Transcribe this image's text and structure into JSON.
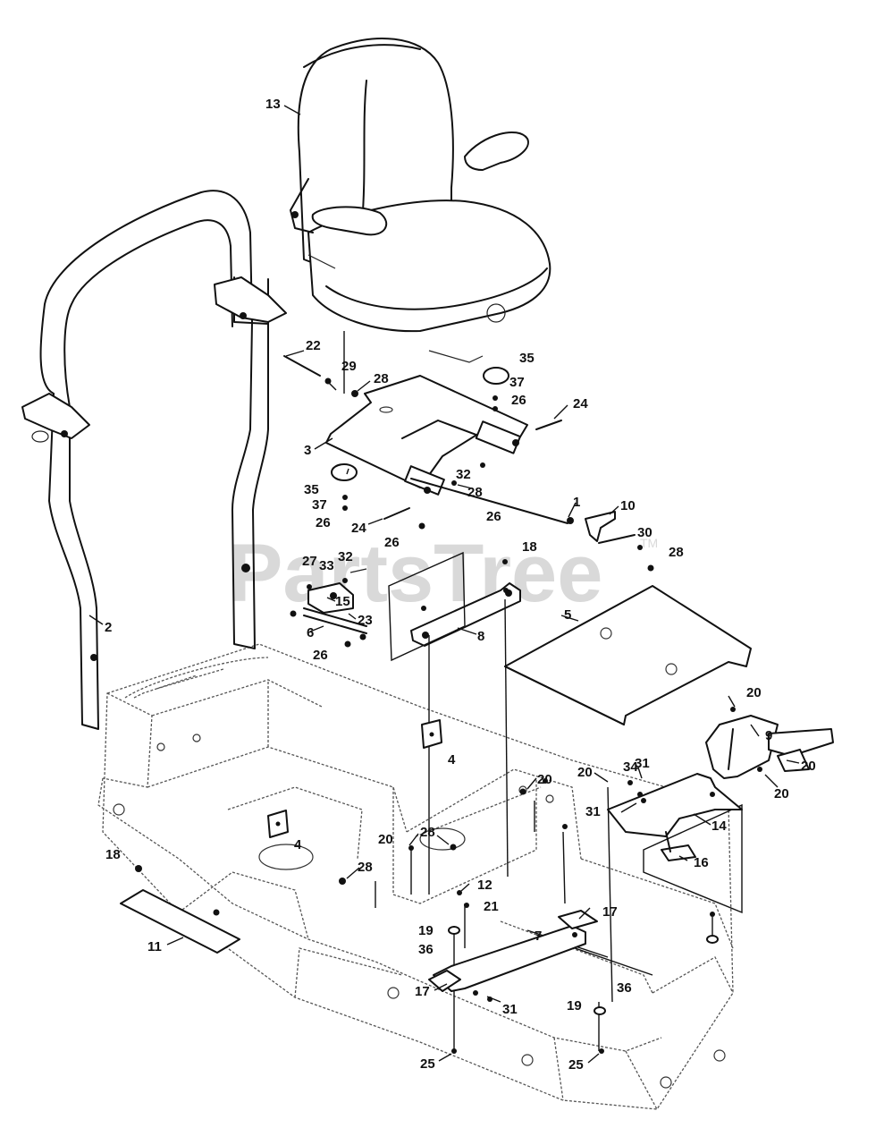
{
  "watermark": {
    "text": "PartsTree",
    "trademark": "TM"
  },
  "callouts": {
    "c1": "1",
    "c2": "2",
    "c3": "3",
    "c4a": "4",
    "c4b": "4",
    "c5": "5",
    "c6": "6",
    "c7": "7",
    "c8": "8",
    "c9": "9",
    "c10": "10",
    "c11": "11",
    "c12": "12",
    "c13": "13",
    "c14": "14",
    "c15": "15",
    "c16": "16",
    "c17a": "17",
    "c17b": "17",
    "c18a": "18",
    "c18b": "18",
    "c19a": "19",
    "c19b": "19",
    "c20a": "20",
    "c20b": "20",
    "c20c": "20",
    "c20d": "20",
    "c20e": "20",
    "c20f": "20",
    "c21": "21",
    "c22": "22",
    "c23": "23",
    "c24a": "24",
    "c24b": "24",
    "c25a": "25",
    "c25b": "25",
    "c26a": "26",
    "c26b": "26",
    "c26c": "26",
    "c26d": "26",
    "c26e": "26",
    "c27": "27",
    "c28a": "28",
    "c28b": "28",
    "c28c": "28",
    "c28d": "28",
    "c28e": "28",
    "c29": "29",
    "c30": "30",
    "c31a": "31",
    "c31b": "31",
    "c31c": "31",
    "c32a": "32",
    "c32b": "32",
    "c33": "33",
    "c34": "34",
    "c35a": "35",
    "c35b": "35",
    "c36a": "36",
    "c36b": "36",
    "c37a": "37",
    "c37b": "37"
  }
}
